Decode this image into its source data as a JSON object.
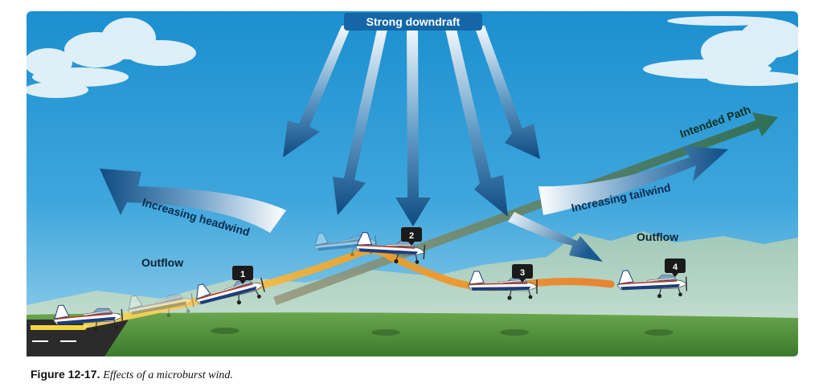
{
  "diagram": {
    "downdraft_label": "Strong downdraft",
    "headwind_label": "Increasing headwind",
    "tailwind_label": "Increasing tailwind",
    "intended_path_label": "Intended Path",
    "outflow_left_label": "Outflow",
    "outflow_right_label": "Outflow",
    "aircraft_positions": [
      "1",
      "2",
      "3",
      "4"
    ]
  },
  "colors": {
    "sky_top": "#1b8fd0",
    "sky_bottom": "#8dcbe9",
    "ground": "#4d8a3a",
    "arrow_dark": "#0f4c82",
    "flight_path": "#f5a524",
    "intended_path": "#3f6b4b"
  },
  "caption": {
    "figure_number": "Figure 12-17.",
    "text": "Effects of a microburst wind."
  }
}
